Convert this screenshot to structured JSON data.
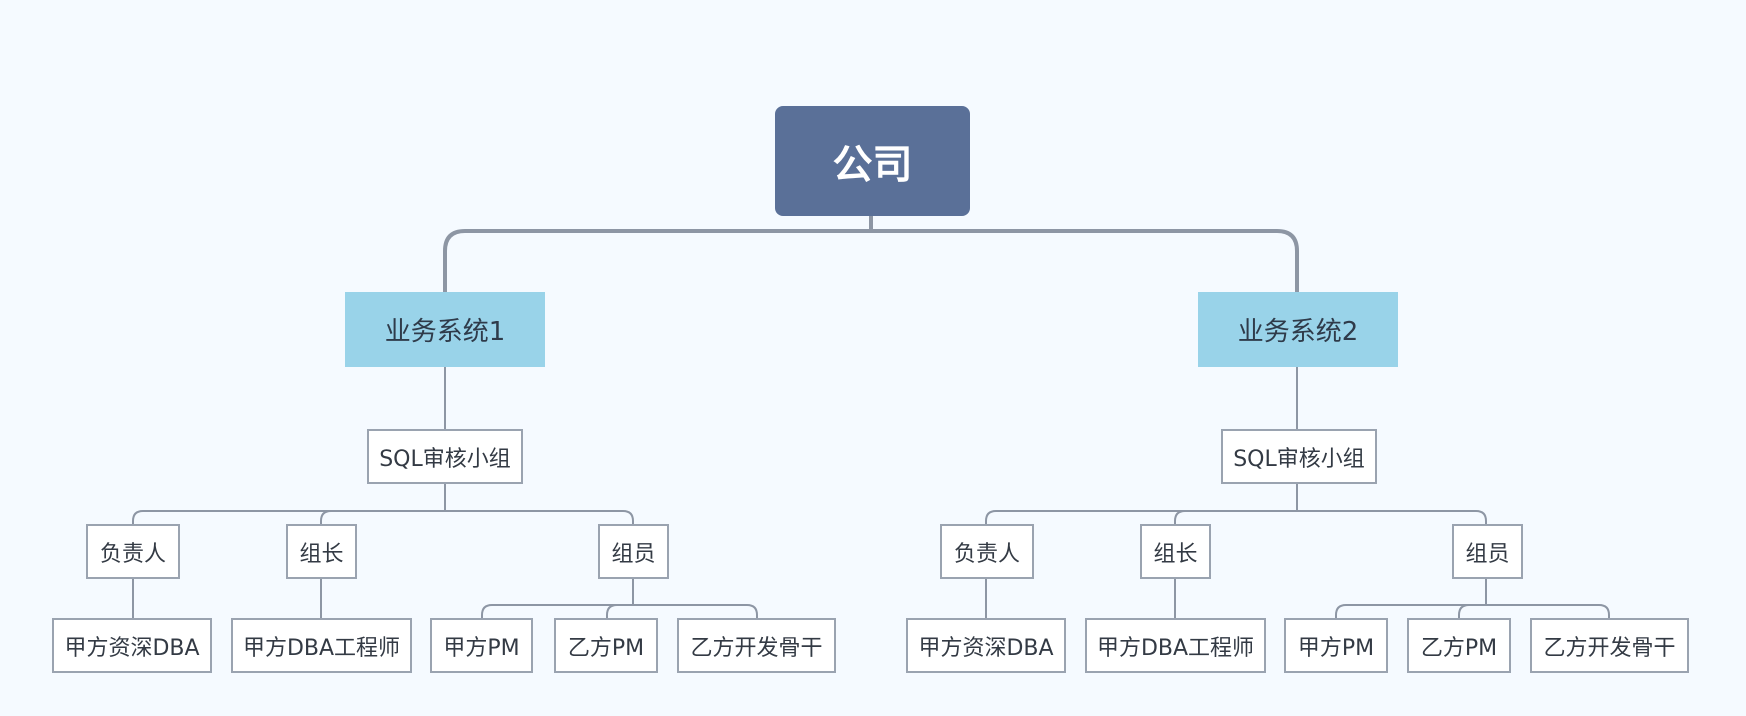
{
  "root": {
    "label": "公司"
  },
  "systems": [
    {
      "label": "业务系统1",
      "group": "SQL审核小组",
      "roles": [
        {
          "label": "负责人",
          "members": [
            "甲方资深DBA"
          ]
        },
        {
          "label": "组长",
          "members": [
            "甲方DBA工程师"
          ]
        },
        {
          "label": "组员",
          "members": [
            "甲方PM",
            "乙方PM",
            "乙方开发骨干"
          ]
        }
      ]
    },
    {
      "label": "业务系统2",
      "group": "SQL审核小组",
      "roles": [
        {
          "label": "负责人",
          "members": [
            "甲方资深DBA"
          ]
        },
        {
          "label": "组长",
          "members": [
            "甲方DBA工程师"
          ]
        },
        {
          "label": "组员",
          "members": [
            "甲方PM",
            "乙方PM",
            "乙方开发骨干"
          ]
        }
      ]
    }
  ],
  "colors": {
    "background": "#f5faff",
    "root_fill": "#5a7098",
    "system_fill": "#99d3e9",
    "box_border": "#9aa3b0",
    "connector": "#8d96a4"
  }
}
